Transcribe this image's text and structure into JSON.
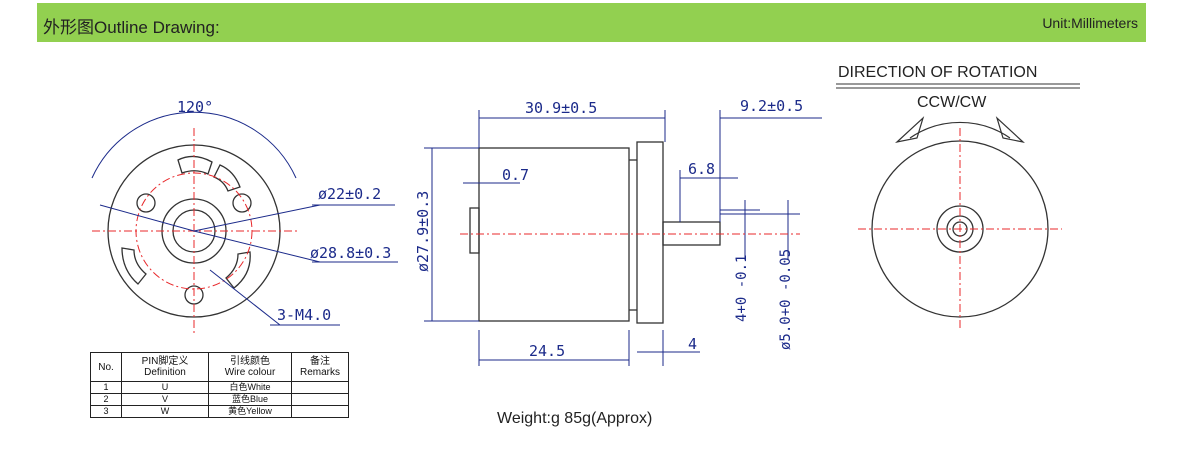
{
  "header": {
    "title": "外形图Outline Drawing:",
    "unit": "Unit:Millimeters",
    "banner_color": "#92d050"
  },
  "front_view": {
    "angle": "120°",
    "pcd_inner": "ø22±0.2",
    "pcd_outer": "ø28.8±0.3",
    "holes": "3-M4.0"
  },
  "side_view": {
    "body_length": "30.9±0.5",
    "shaft_length": "9.2±0.5",
    "flange_gap": "0.7",
    "shaft_step": "6.8",
    "diameter": "ø27.9±0.3",
    "base_length": "24.5",
    "flange_thickness": "4",
    "shaft_flat": "4+0 -0.1",
    "shaft_diameter": "ø5.0+0 -0.05"
  },
  "rotation": {
    "title": "DIRECTION OF ROTATION",
    "direction": "CCW/CW"
  },
  "pin_table": {
    "headers": [
      {
        "zh": "No.",
        "en": ""
      },
      {
        "zh": "PIN脚定义",
        "en": "Definition"
      },
      {
        "zh": "引线颜色",
        "en": "Wire colour"
      },
      {
        "zh": "备注",
        "en": "Remarks"
      }
    ],
    "rows": [
      {
        "no": "1",
        "def": "U",
        "colour": "白色White",
        "remarks": ""
      },
      {
        "no": "2",
        "def": "V",
        "colour": "蓝色Blue",
        "remarks": ""
      },
      {
        "no": "3",
        "def": "W",
        "colour": "黄色Yellow",
        "remarks": ""
      }
    ]
  },
  "weight": "Weight:g 85g(Approx)",
  "colors": {
    "dimension": "#1b2a8a",
    "centerline": "#e8282b",
    "outline": "#333333"
  }
}
